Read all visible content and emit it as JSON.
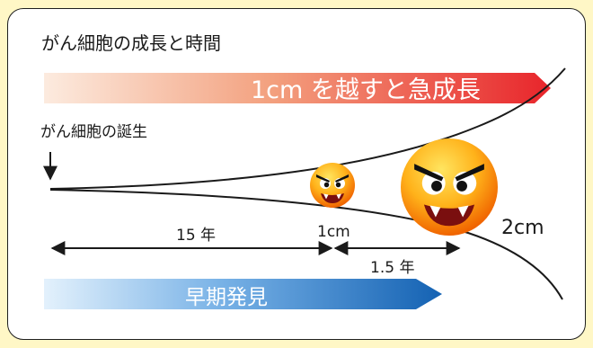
{
  "title": "がん細胞の成長と時間",
  "growth_arrow_label": "1cm を越すと急成長",
  "birth_label": "がん細胞の誕生",
  "early_detection_label": "早期発見",
  "spans": {
    "first": "15 年",
    "second": "1.5 年"
  },
  "tumor_sizes": {
    "small": "1cm",
    "large": "2cm"
  },
  "colors": {
    "background": "#fff7c6",
    "card": "#ffffff",
    "growth_arrow_start": "#fbe6d8",
    "growth_arrow_end": "#e8252b",
    "detection_arrow_start": "#dcedfb",
    "detection_arrow_end": "#1567b8",
    "face_outer": "#ff8a00",
    "face_inner": "#ffd23a"
  }
}
